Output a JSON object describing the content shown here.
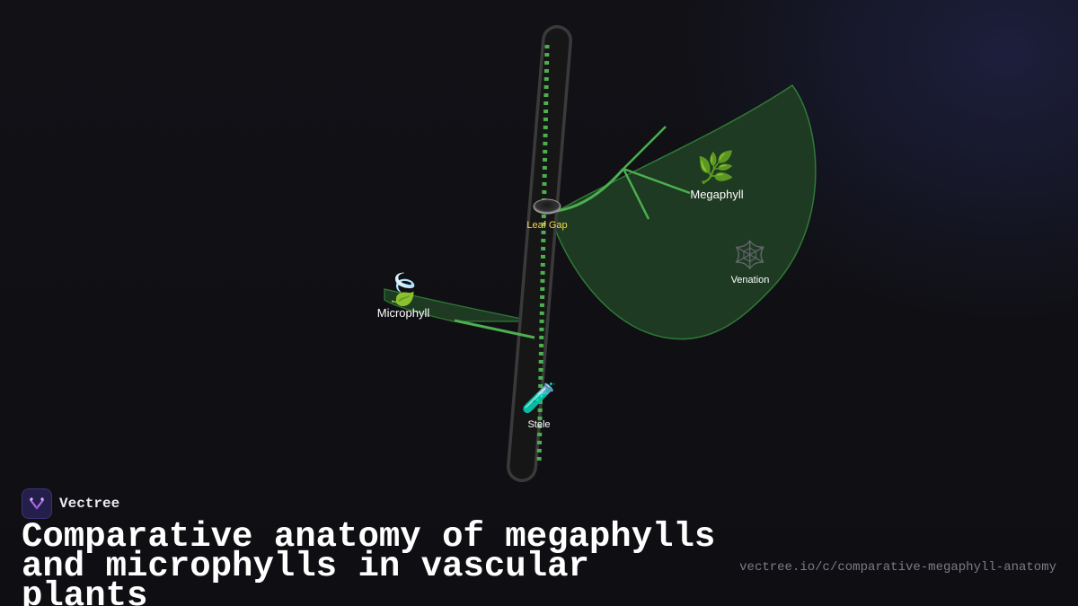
{
  "diagram": {
    "labels": {
      "megaphyll": "Megaphyll",
      "venation": "Venation",
      "leaf_gap": "Leaf Gap",
      "microphyll": "Microphyll",
      "stele": "Stele"
    },
    "icons": {
      "megaphyll": "🌿",
      "venation": "🕸️",
      "microphyll": "🍃",
      "stele": "🧪"
    }
  },
  "colors": {
    "vein_green": "#4caf50",
    "leaf_fill": "#1e3a22",
    "leaf_gap_label": "#f2d94e"
  },
  "brand": {
    "name": "Vectree"
  },
  "footer": {
    "title_line1": "Comparative anatomy of megaphylls",
    "title_line2": "and microphylls in vascular plants",
    "url": "vectree.io/c/comparative-megaphyll-anatomy"
  }
}
